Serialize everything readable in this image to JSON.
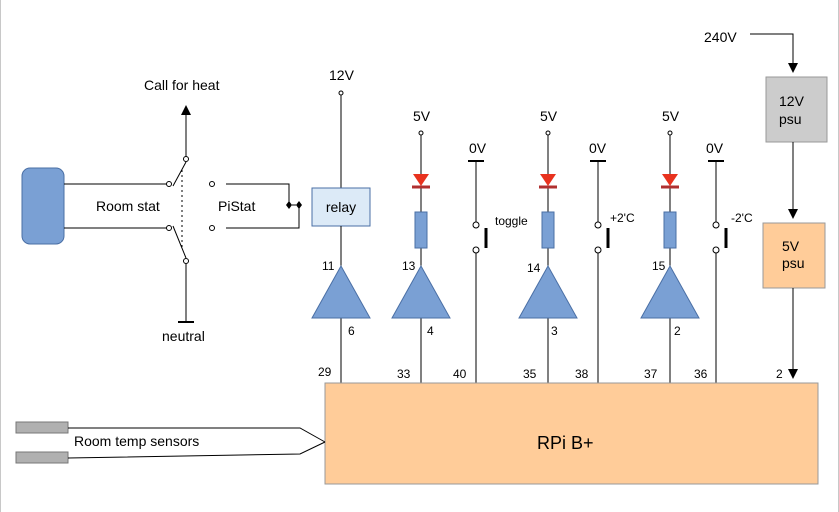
{
  "labels": {
    "call_for_heat": "Call for heat",
    "room_stat": "Room stat",
    "pistat": "PiStat",
    "neutral": "neutral",
    "v12": "12V",
    "v5": "5V",
    "v0": "0V",
    "v240": "240V",
    "toggle": "toggle",
    "plus2c": "+2'C",
    "minus2c": "-2'C",
    "room_temp_sensors": "Room temp sensors"
  },
  "boxes": {
    "relay": "relay",
    "psu12": [
      "12V",
      "psu"
    ],
    "psu5": [
      "5V",
      "psu"
    ],
    "rpi": "RPi B+"
  },
  "pins": {
    "buffer_inputs": [
      "11",
      "13",
      "14",
      "15"
    ],
    "buffer_outputs": [
      "6",
      "4",
      "3",
      "2"
    ],
    "rpi_header": [
      "29",
      "33",
      "40",
      "35",
      "38",
      "37",
      "36",
      "2"
    ]
  },
  "colors": {
    "wire": "#000000",
    "component_blue": "#7aa0d4",
    "component_stroke": "#4a6fa5",
    "relay_fill": "#dceaf7",
    "psu12_fill": "#cccccc",
    "psu5_fill": "#ffcc99",
    "rpi_fill": "#ffcc99",
    "led": "#e8321e",
    "sensor": "#b0b0b0"
  }
}
